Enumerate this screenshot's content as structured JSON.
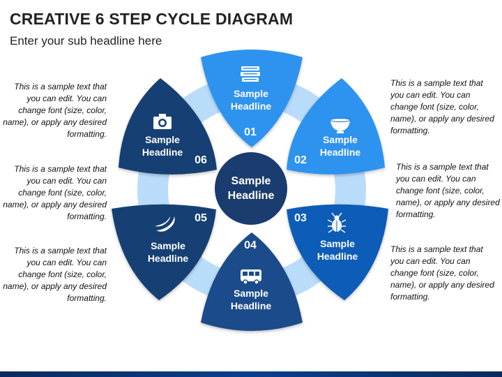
{
  "header": {
    "title": "CREATIVE 6 STEP CYCLE DIAGRAM",
    "subtitle": "Enter your sub headline here"
  },
  "center": {
    "line1": "Sample",
    "line2": "Headline",
    "color": "#1a3c6e"
  },
  "colors": {
    "ring": "#b9dcfb",
    "petal_light": "#2f93ee",
    "petal_mid": "#1672d9",
    "petal_deep": "#0f5bb8",
    "petal_dark": "#1a4c8c",
    "petal_navy": "#163f73"
  },
  "steps": [
    {
      "number": "01",
      "line1": "Sample",
      "line2": "Headline",
      "icon": "books-icon"
    },
    {
      "number": "02",
      "line1": "Sample",
      "line2": "Headline",
      "icon": "bowl-icon"
    },
    {
      "number": "03",
      "line1": "Sample",
      "line2": "Headline",
      "icon": "bug-icon"
    },
    {
      "number": "04",
      "line1": "Sample",
      "line2": "Headline",
      "icon": "bus-icon"
    },
    {
      "number": "05",
      "line1": "Sample",
      "line2": "Headline",
      "icon": "banana-icon"
    },
    {
      "number": "06",
      "line1": "Sample",
      "line2": "Headline",
      "icon": "camera-icon"
    }
  ],
  "side_texts": {
    "left": [
      "This is a sample text that you can edit. You can change font (size, color, name), or apply any desired formatting.",
      "This is a sample text that you can edit. You can change font (size, color, name), or apply any desired formatting.",
      "This is a sample text that you can edit. You can change font (size, color, name), or apply any desired formatting."
    ],
    "right": [
      "This is a sample text that you can edit. You can change font (size, color, name), or apply any desired formatting.",
      "This is a sample text that you can edit. You can change font (size, color, name), or apply any desired formatting.",
      "This is a sample text that you can edit. You can change font (size, color, name), or apply any desired formatting."
    ]
  }
}
